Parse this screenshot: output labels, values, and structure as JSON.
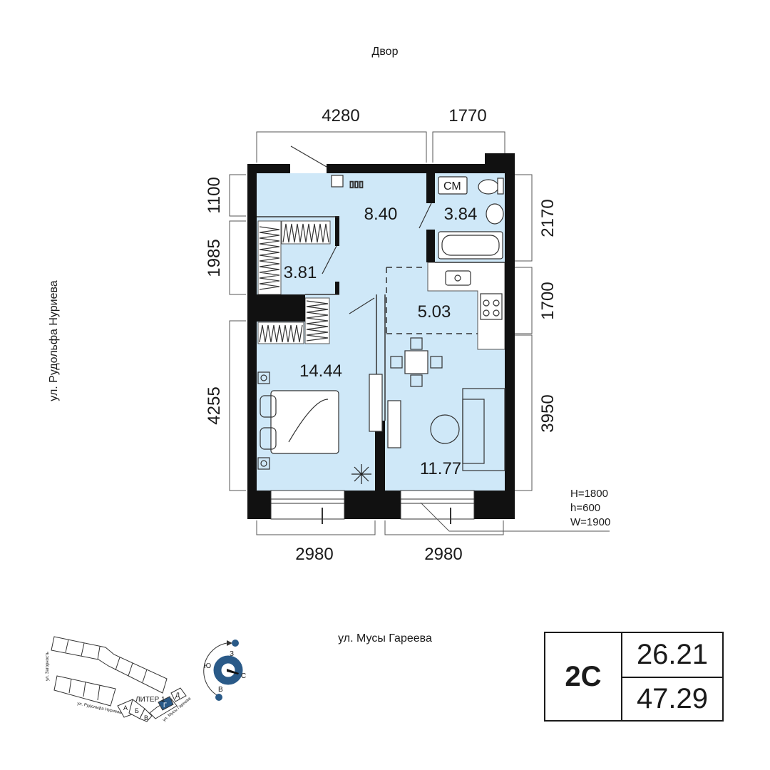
{
  "labels": {
    "yard": "Двор",
    "street_left": "ул. Рудольфа Нуриева",
    "street_bottom": "ул. Мусы Гареева"
  },
  "dimensions": {
    "top": [
      "4280",
      "1770"
    ],
    "bottom": [
      "2980",
      "2980"
    ],
    "left": [
      "1100",
      "1985",
      "4255"
    ],
    "right": [
      "2170",
      "1700",
      "3950"
    ]
  },
  "rooms": {
    "hall": "8.40",
    "bathroom": "3.84",
    "wardrobe": "3.81",
    "kitchen": "5.03",
    "bedroom": "14.44",
    "living": "11.77",
    "washer": "СМ"
  },
  "window_spec": [
    "H=1800",
    "h=600",
    "W=1900"
  ],
  "site_plan": {
    "liter": "ЛИТЕР 1",
    "sections": [
      "А",
      "Б",
      "В",
      "Г",
      "Д"
    ],
    "active_section": "Г",
    "streets": [
      "ул. Загорность",
      "ул. Рудольфа Нуриева",
      "ул. Мусы Гареева"
    ],
    "compass": [
      "З",
      "Ю",
      "С",
      "В"
    ]
  },
  "summary": {
    "type": "2С",
    "living_area": "26.21",
    "total_area": "47.29"
  },
  "colors": {
    "room_fill": "#cfe8f8",
    "wall": "#111111",
    "accent": "#2a5a88"
  }
}
